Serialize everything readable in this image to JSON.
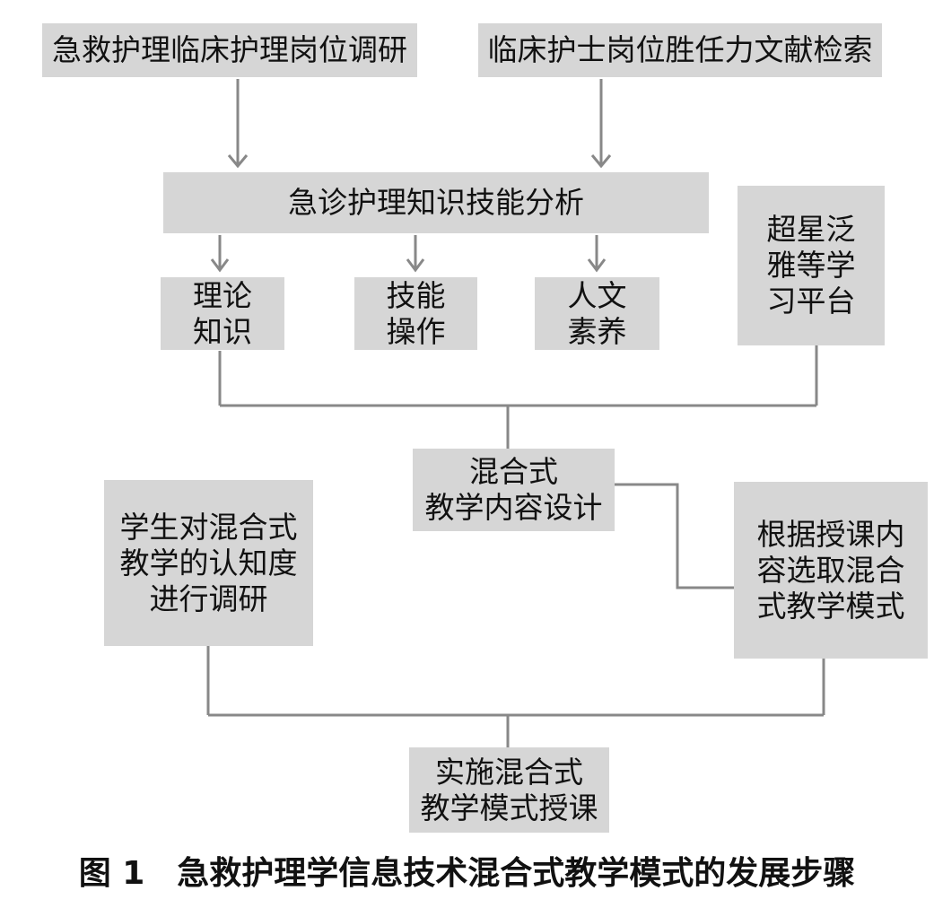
{
  "nodes": {
    "survey": "急救护理临床护理岗位调研",
    "literature": "临床护士岗位胜任力文献检索",
    "analysis": "急诊护理知识技能分析",
    "theory": "理论\n知识",
    "skill": "技能\n操作",
    "humanity": "人文\n素养",
    "platform": "超星泛\n雅等学\n习平台",
    "content_design": "混合式\n教学内容设计",
    "student_survey": "学生对混合式\n教学的认知度\n进行调研",
    "mode_select": "根据授课内\n容选取混合\n式教学模式",
    "implement": "实施混合式\n教学模式授课"
  },
  "caption": "图 1　急救护理学信息技术混合式教学模式的发展步骤"
}
